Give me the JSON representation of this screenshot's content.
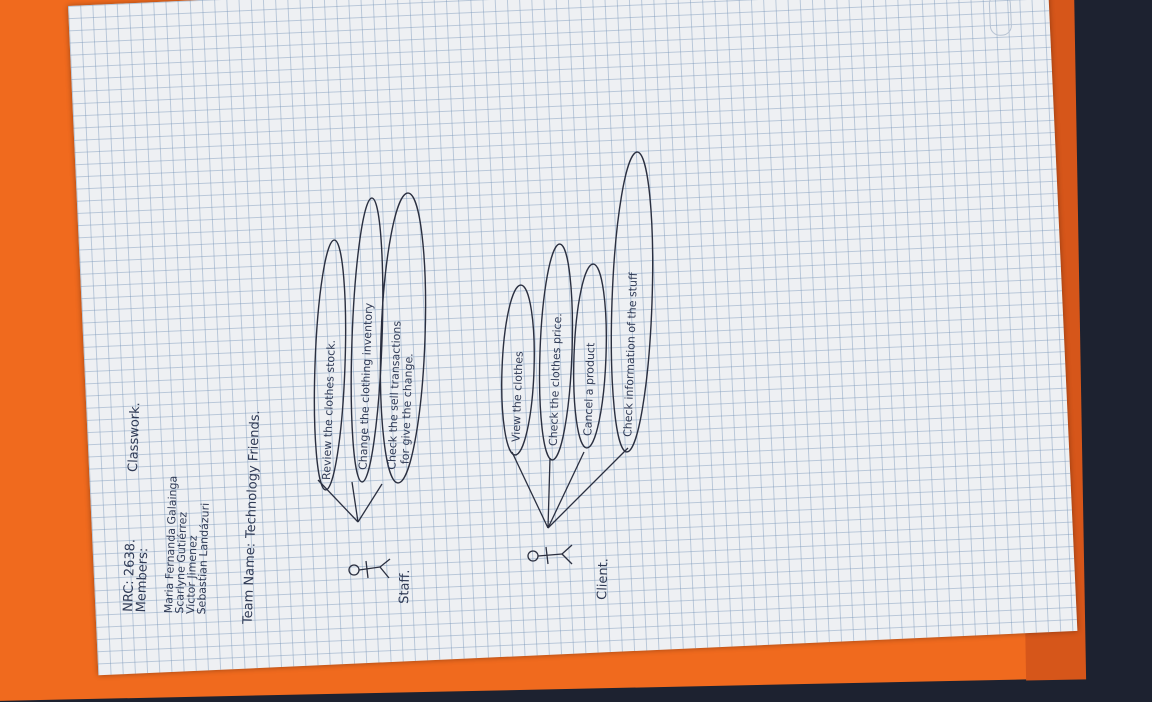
{
  "header": {
    "nrc": "NRC: 2638.",
    "title": "Classwork.",
    "members_label": "Members:",
    "members": [
      "Maria Fernanda Galainga",
      "Scarlyne Gutiérrez",
      "Victor Jimenez",
      "Sebastian Landázuri"
    ],
    "team_name_label": "Team Name:",
    "team_name": "Technology Friends."
  },
  "diagram": {
    "actors": [
      {
        "label": "Staff.",
        "use_cases": [
          "Review the clothes stock.",
          "Change the clothing inventory",
          "Check the sell transactions",
          "for give the change."
        ]
      },
      {
        "label": "Client.",
        "use_cases": [
          "View the clothes",
          "Check the clothes price.",
          "Cancel a product",
          "Check information of the stuff"
        ]
      }
    ]
  }
}
